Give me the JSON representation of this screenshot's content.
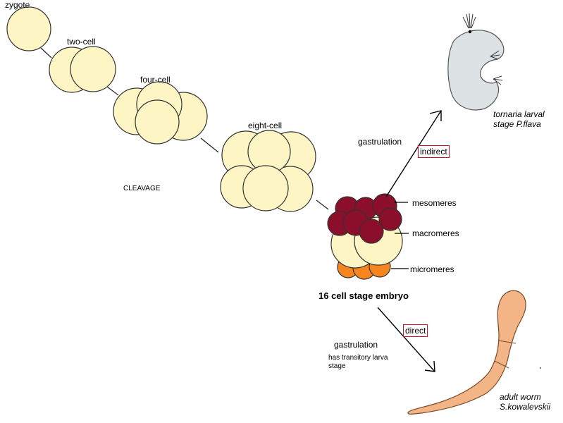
{
  "stages": {
    "zygote": "zygote",
    "two_cell": "two-cell",
    "four_cell": "four-cell",
    "eight_cell": "eight-cell",
    "sixteen_cell": "16 cell stage embryo"
  },
  "process_label": "CLEAVAGE",
  "cell_layers": {
    "mesomeres": "mesomeres",
    "macromeres": "macromeres",
    "micromeres": "micromeres"
  },
  "indirect_path": {
    "process": "gastrulation",
    "mode": "indirect",
    "result_line1": "tornaria larval",
    "result_line2": "stage P.flava"
  },
  "direct_path": {
    "process": "gastrulation",
    "note_line1": "has transitory larva",
    "note_line2": "stage",
    "mode": "direct",
    "result_line1": "adult worm",
    "result_line2": "S.kowalevskii"
  },
  "colors": {
    "cell_fill": "#fdf5c4",
    "cell_stroke": "#333333",
    "mesomere_fill": "#8b0e2a",
    "micromere_fill": "#f6851f",
    "larva_fill": "#dde3e4",
    "worm_fill": "#f3b486",
    "box_border": "#c8102e"
  }
}
